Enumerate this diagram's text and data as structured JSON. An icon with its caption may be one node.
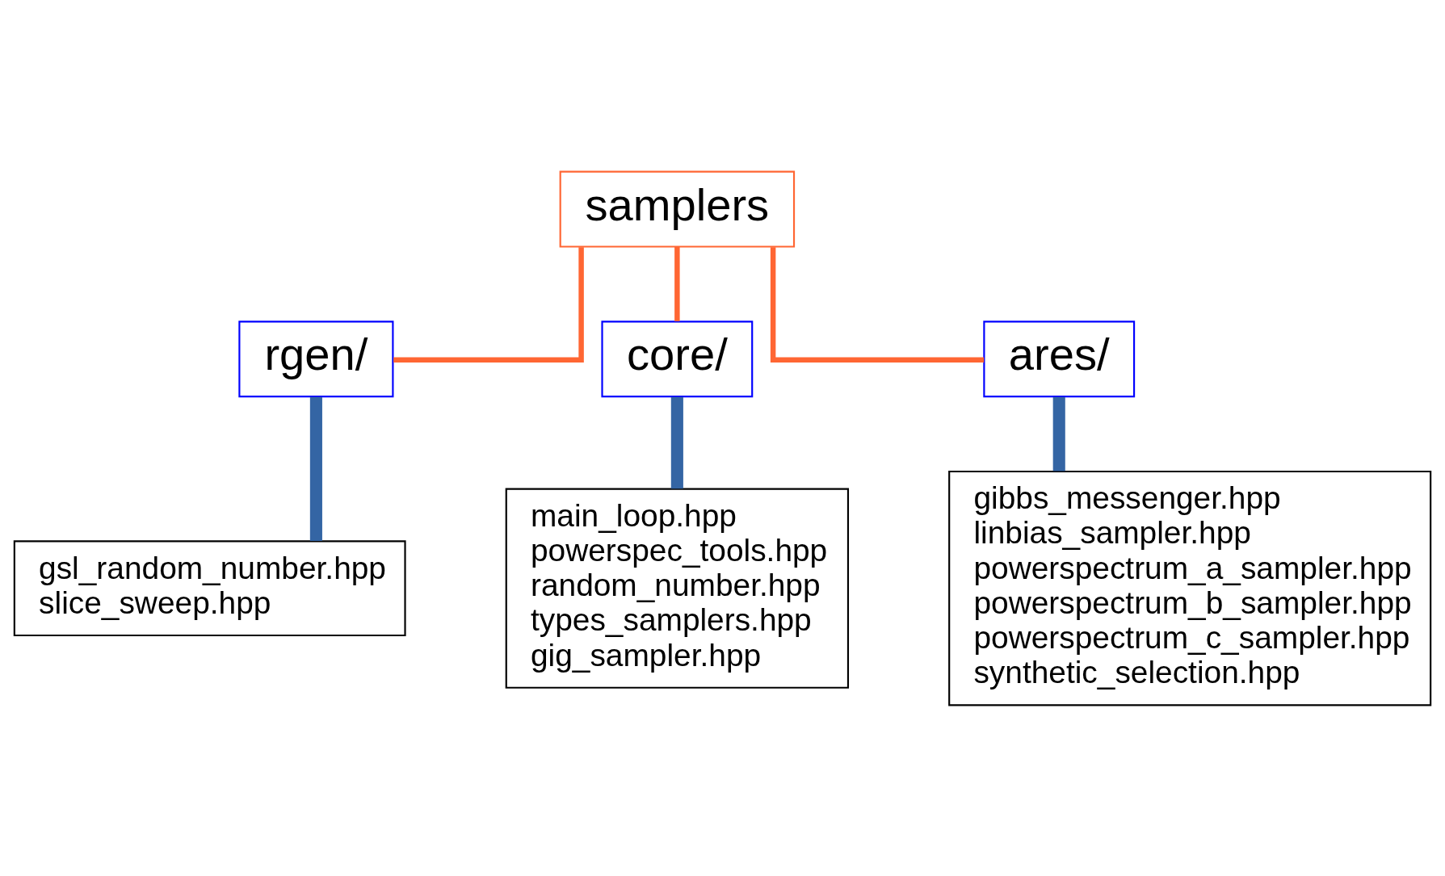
{
  "diagram": {
    "nodes": [
      {
        "text": [
          "samplers"
        ]
      },
      {
        "text": [
          "rgen/"
        ]
      },
      {
        "text": [
          "core/"
        ]
      },
      {
        "text": [
          "ares/"
        ]
      },
      {
        "text": [
          "gsl_random_number.hpp",
          "slice_sweep.hpp"
        ]
      },
      {
        "text": [
          "main_loop.hpp",
          "powerspec_tools.hpp",
          "random_number.hpp",
          "types_samplers.hpp",
          "gig_sampler.hpp"
        ]
      },
      {
        "text": [
          "gibbs_messenger.hpp",
          "linbias_sampler.hpp",
          "powerspectrum_a_sampler.hpp",
          "powerspectrum_b_sampler.hpp",
          "powerspectrum_c_sampler.hpp",
          "synthetic_selection.hpp"
        ]
      }
    ],
    "edges": [
      {
        "from": 0,
        "to": 1,
        "arrow": "none",
        "color": "#ff6633"
      },
      {
        "from": 0,
        "to": 2,
        "arrow": "none",
        "color": "#ff6633"
      },
      {
        "from": 0,
        "to": 3,
        "arrow": "none",
        "color": "#ff6633"
      },
      {
        "from": 1,
        "to": 4,
        "arrow": "none",
        "style": "thick",
        "color": "#3465a4"
      },
      {
        "from": 2,
        "to": 5,
        "arrow": "none",
        "style": "thick",
        "color": "#3465a4"
      },
      {
        "from": 3,
        "to": 6,
        "arrow": "none",
        "style": "thick",
        "color": "#3465a4"
      }
    ]
  }
}
